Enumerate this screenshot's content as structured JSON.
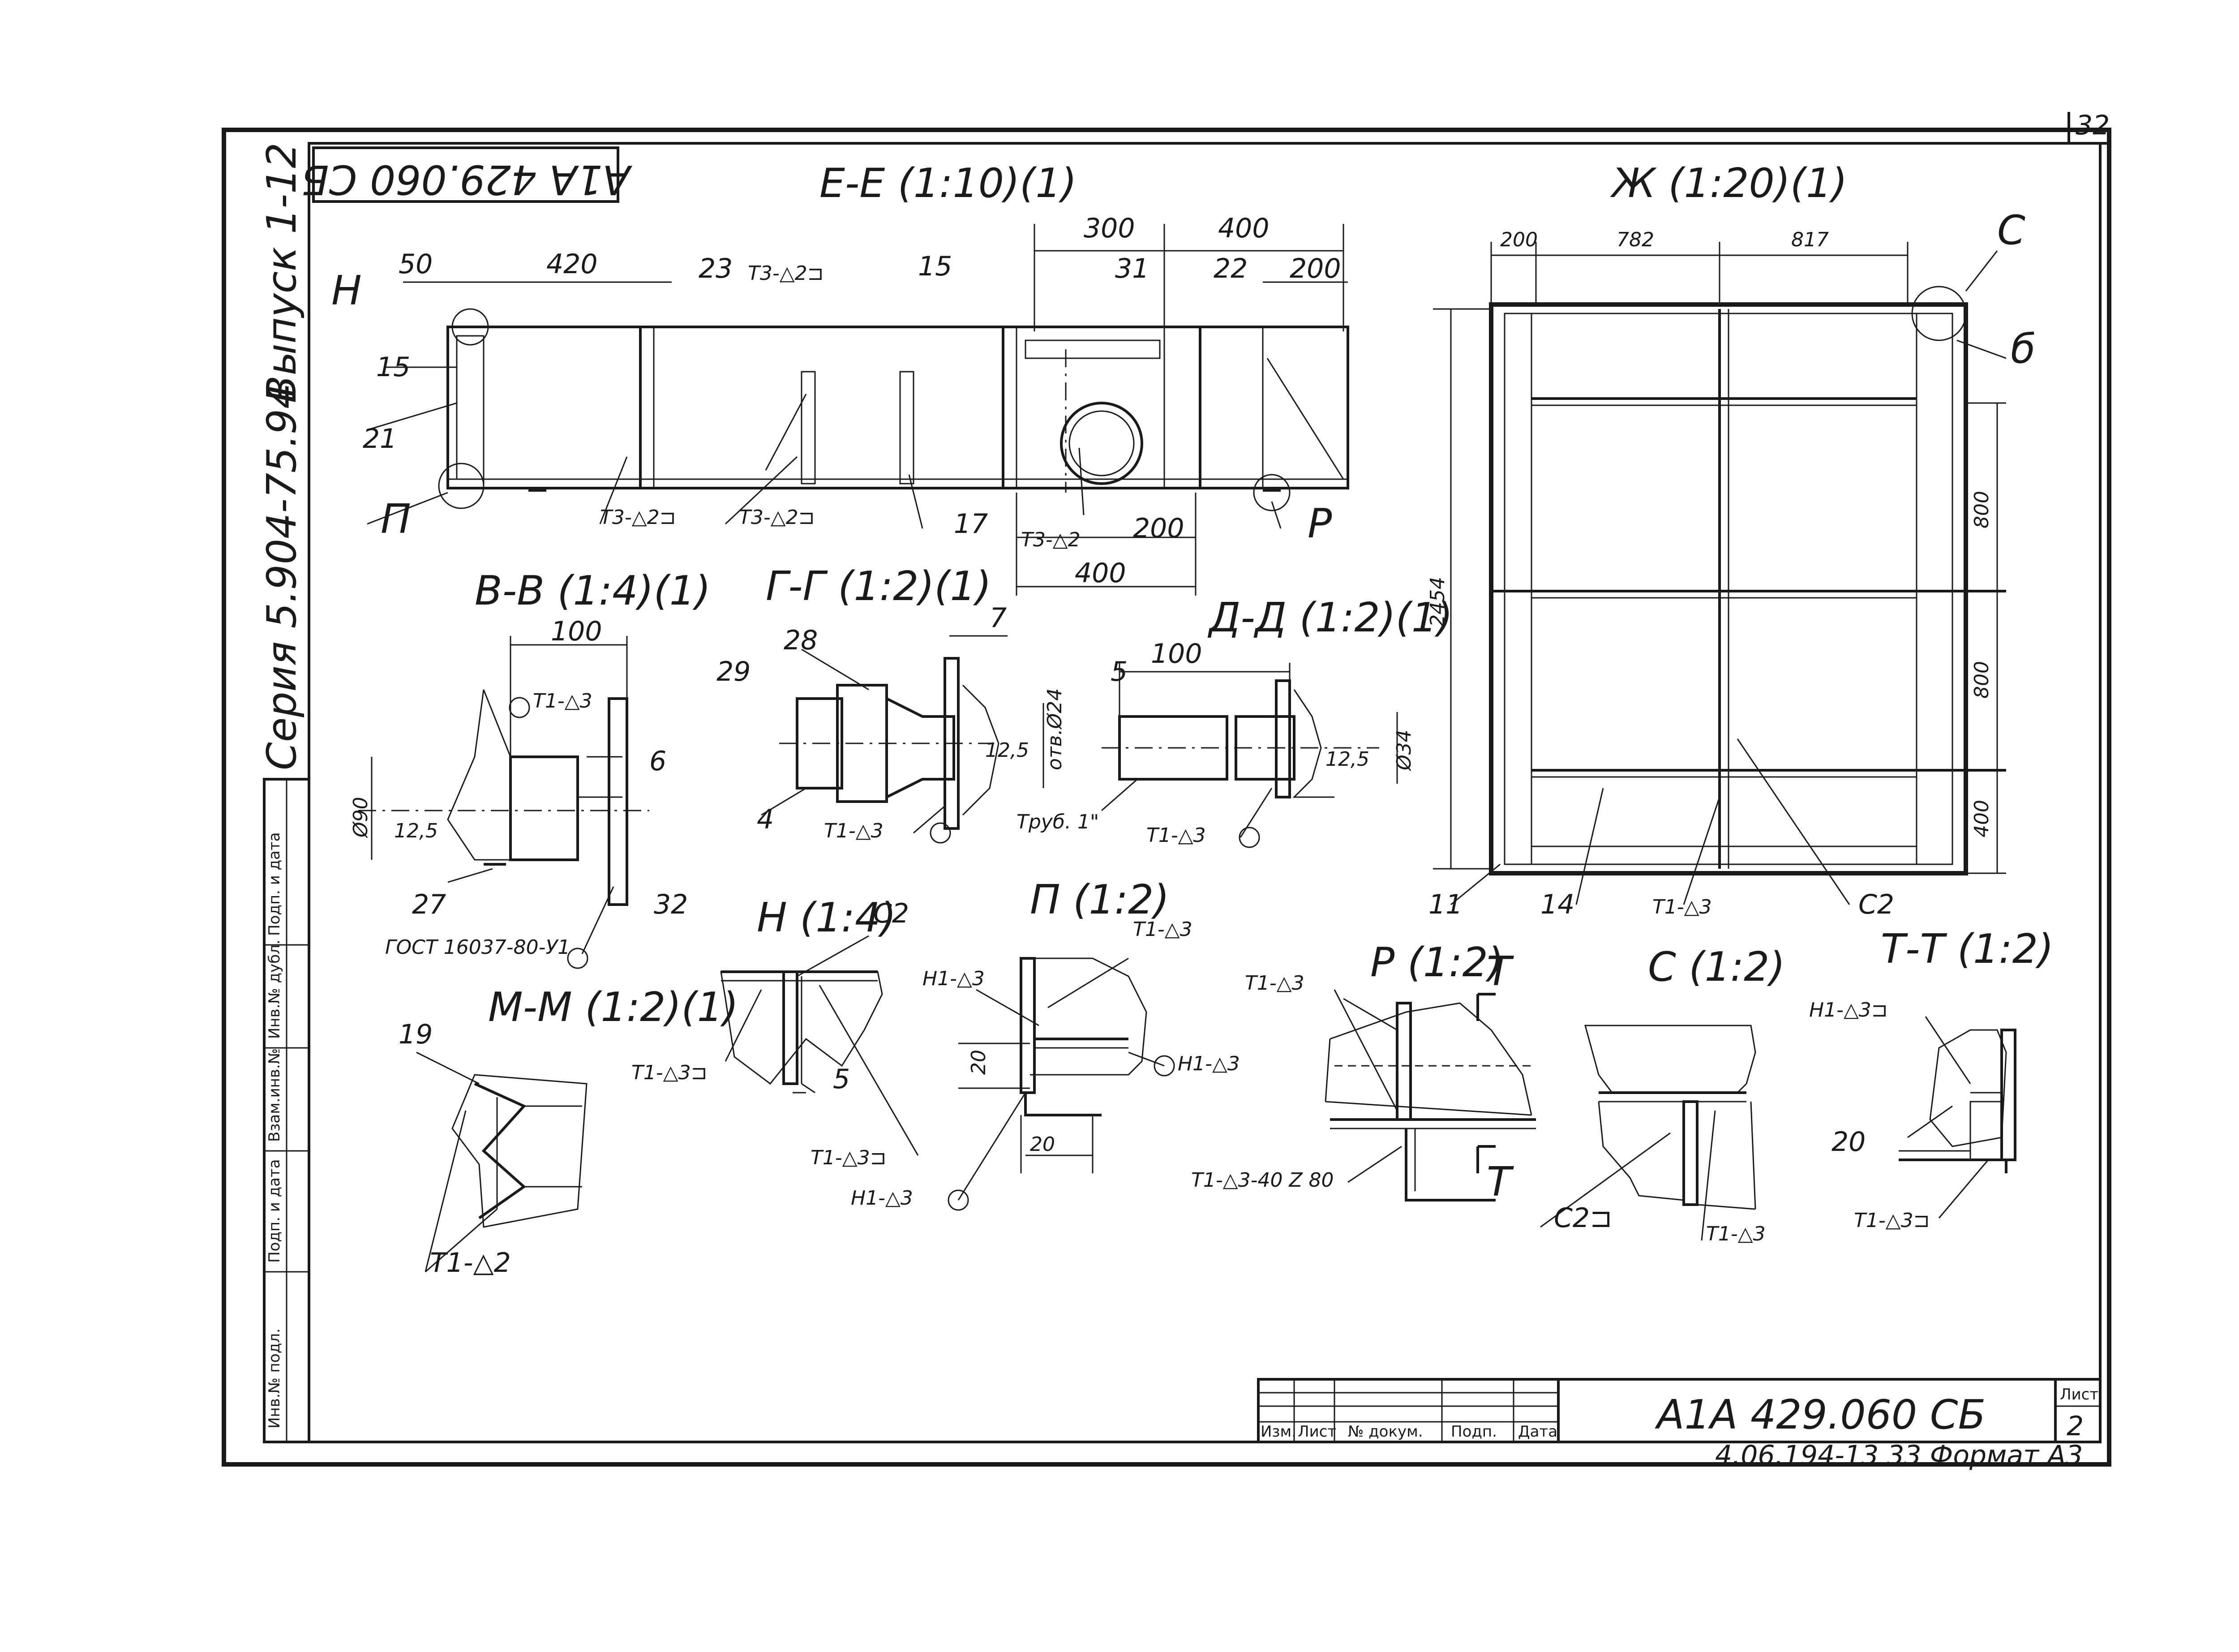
{
  "sheet": {
    "corner_number": "32",
    "rotated_code": "А1А 429.060 СБ",
    "issue": "Выпуск 1-12",
    "series": "Серия 5.904-75.94"
  },
  "side_stamp": [
    "Инв.№ подл.",
    "Подп. и дата",
    "Взам.инв.№",
    "Инв.№ дубл.",
    "Подп. и дата"
  ],
  "views": {
    "ee": {
      "title": "Е-Е (1:10)(1)",
      "dims": [
        "50",
        "420",
        "300",
        "400",
        "200",
        "400",
        "200"
      ],
      "labels": [
        "Н",
        "15",
        "21",
        "П",
        "23",
        "Т3-△2⊐",
        "15",
        "31",
        "22",
        "17",
        "Р",
        "Т3-△2⊐",
        "Т3-△2⊐",
        "Т3-△2"
      ]
    },
    "zh": {
      "title": "Ж (1:20)(1)",
      "dims": [
        "200",
        "782",
        "817",
        "2454",
        "800",
        "800",
        "400"
      ],
      "labels": [
        "С",
        "б",
        "11",
        "14",
        "Т1-△3",
        "С2"
      ]
    },
    "vv": {
      "title": "В-В (1:4)(1)",
      "dims": [
        "100",
        "Ø90",
        "12,5",
        "6"
      ],
      "labels": [
        "Т1-△3",
        "27",
        "32",
        "ГОСТ 16037-80-У1"
      ]
    },
    "gg": {
      "title": "Г-Г (1:2)(1)",
      "dims": [
        "7",
        "12,5",
        "отв.Ø24"
      ],
      "labels": [
        "29",
        "28",
        "4",
        "Т1-△3"
      ]
    },
    "dd": {
      "title": "Д-Д (1:2)(1)",
      "dims": [
        "100",
        "12,5",
        "Ø34"
      ],
      "labels": [
        "5",
        "Труб. 1\"",
        "Т1-△3"
      ]
    },
    "mm": {
      "title": "М-М (1:2)(1)",
      "labels": [
        "19",
        "Т1-△2"
      ]
    },
    "n": {
      "title": "Н (1:4)",
      "dims": [
        "5"
      ],
      "labels": [
        "С2",
        "Т1-△3⊐",
        "Т1-△3⊐"
      ]
    },
    "p": {
      "title": "П (1:2)",
      "dims": [
        "20",
        "20"
      ],
      "labels": [
        "Т1-△3",
        "Н1-△3",
        "Н1-△3",
        "Н1-△3"
      ]
    },
    "r": {
      "title": "Р (1:2)",
      "labels": [
        "Т1-△3",
        "Т",
        "Т",
        "Т1-△3-40 Z 80"
      ]
    },
    "c": {
      "title": "С (1:2)",
      "labels": [
        "С2⊐",
        "Т1-△3"
      ]
    },
    "tt": {
      "title": "Т-Т (1:2)",
      "labels": [
        "Н1-△3⊐",
        "20",
        "Т1-△3⊐"
      ]
    }
  },
  "title_block": {
    "headers": [
      "Изм.",
      "Лист",
      "№ докум.",
      "Подп.",
      "Дата"
    ],
    "code": "А1А 429.060 СБ",
    "sheet_label": "Лист",
    "sheet_no": "2"
  },
  "footer": "4.06.194-13   33  Формат А3"
}
